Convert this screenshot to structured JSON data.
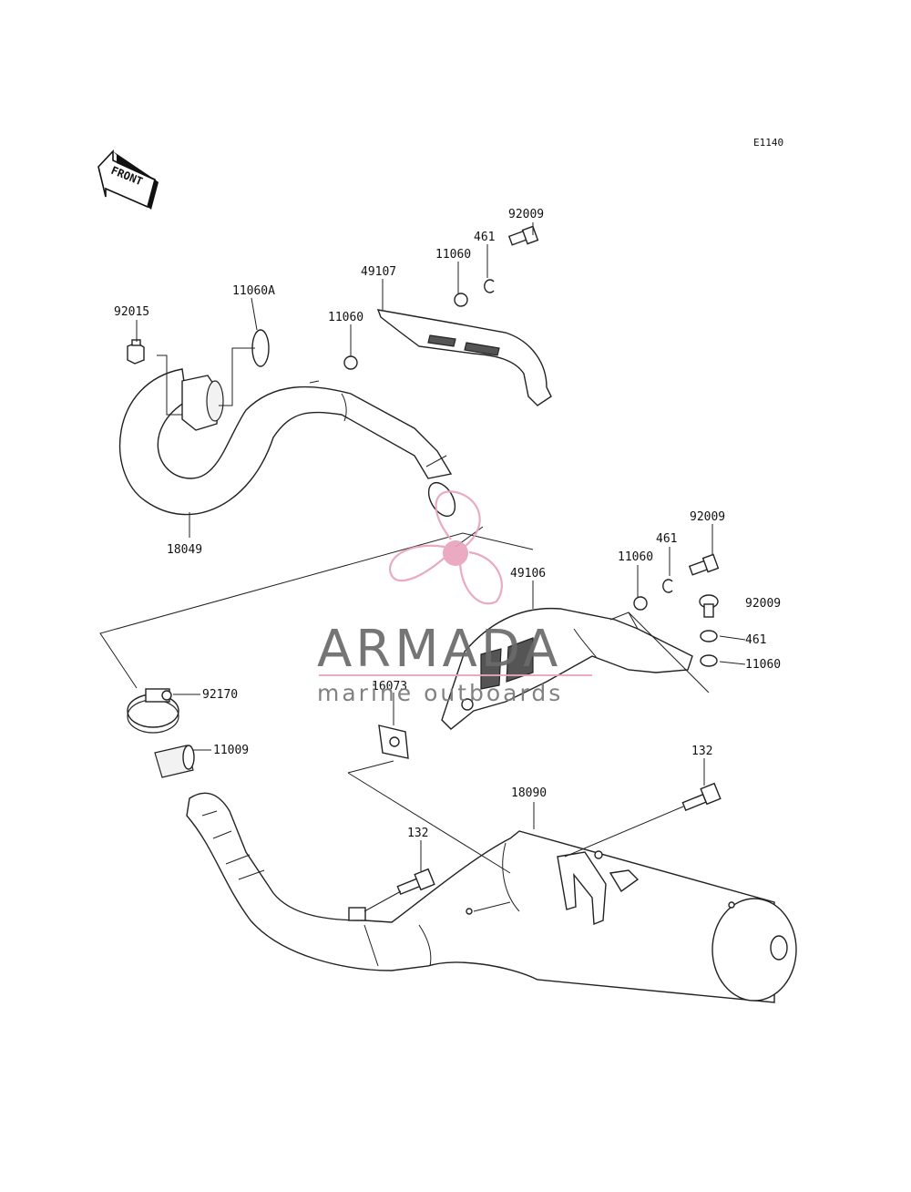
{
  "diagram_code": "E1140",
  "front_label": "FRONT",
  "watermark": {
    "brand": "ARMADA",
    "tagline": "marine outboards",
    "accent_color": "#e8a3bd"
  },
  "parts": {
    "p92009_top": "92009",
    "p461_top": "461",
    "p11060_top": "11060",
    "p49107": "49107",
    "p11060_upper": "11060",
    "p11060A": "11060A",
    "p92015": "92015",
    "p18049": "18049",
    "p92009_mid": "92009",
    "p461_mid": "461",
    "p11060_mid": "11060",
    "p49106": "49106",
    "p92009_right": "92009",
    "p461_right": "461",
    "p11060_right": "11060",
    "p92170": "92170",
    "p16073": "16073",
    "p11009": "11009",
    "p132_right": "132",
    "p18090": "18090",
    "p132_left": "132"
  }
}
